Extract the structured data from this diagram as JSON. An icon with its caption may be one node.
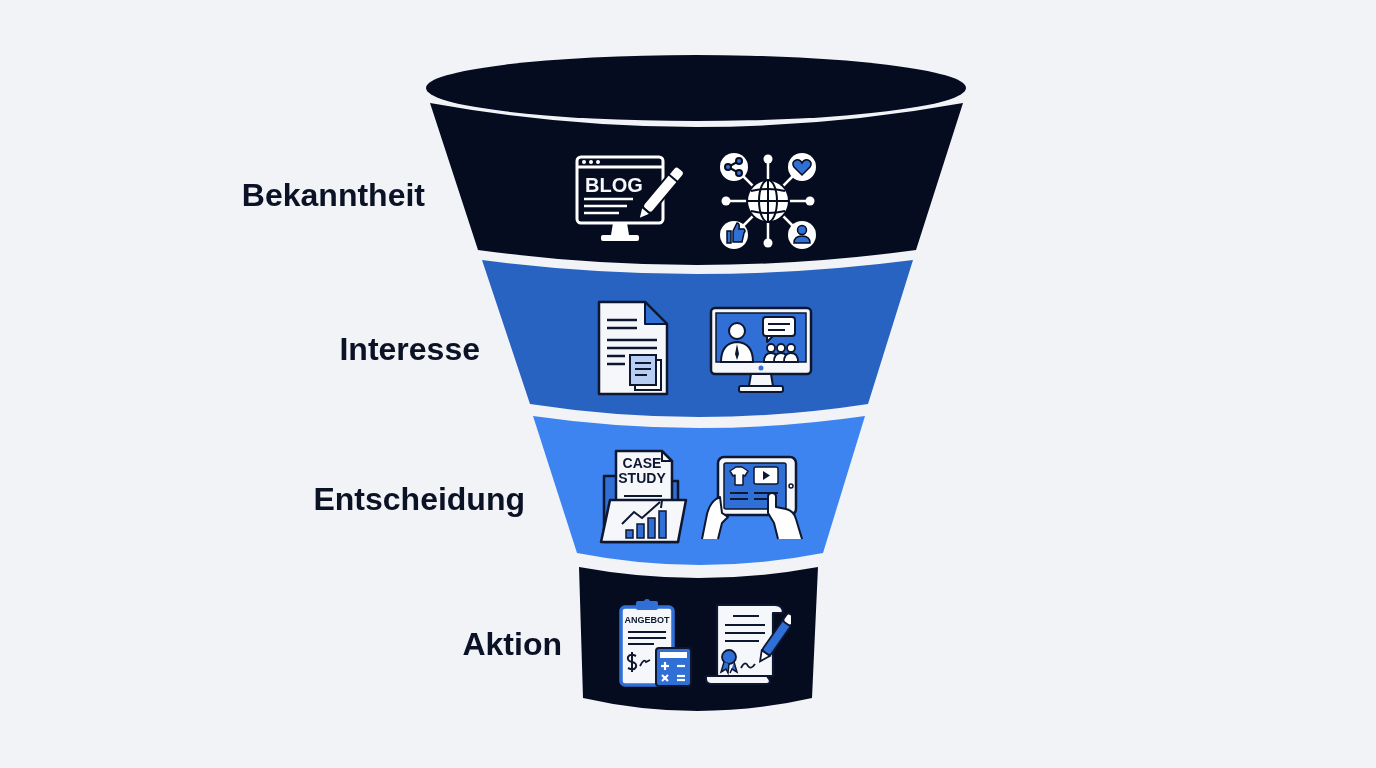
{
  "diagram": {
    "nodes": [
      {
        "text": [],
        "shape": "ellipse"
      },
      {
        "text": [
          "Bekanntheit"
        ]
      },
      {
        "text": [
          "Interesse"
        ]
      },
      {
        "text": [
          "Entscheidung"
        ]
      },
      {
        "text": [
          "Aktion"
        ]
      }
    ],
    "labels": [
      "BLOG",
      "CASE STUDY",
      "ANGEBOT"
    ]
  }
}
